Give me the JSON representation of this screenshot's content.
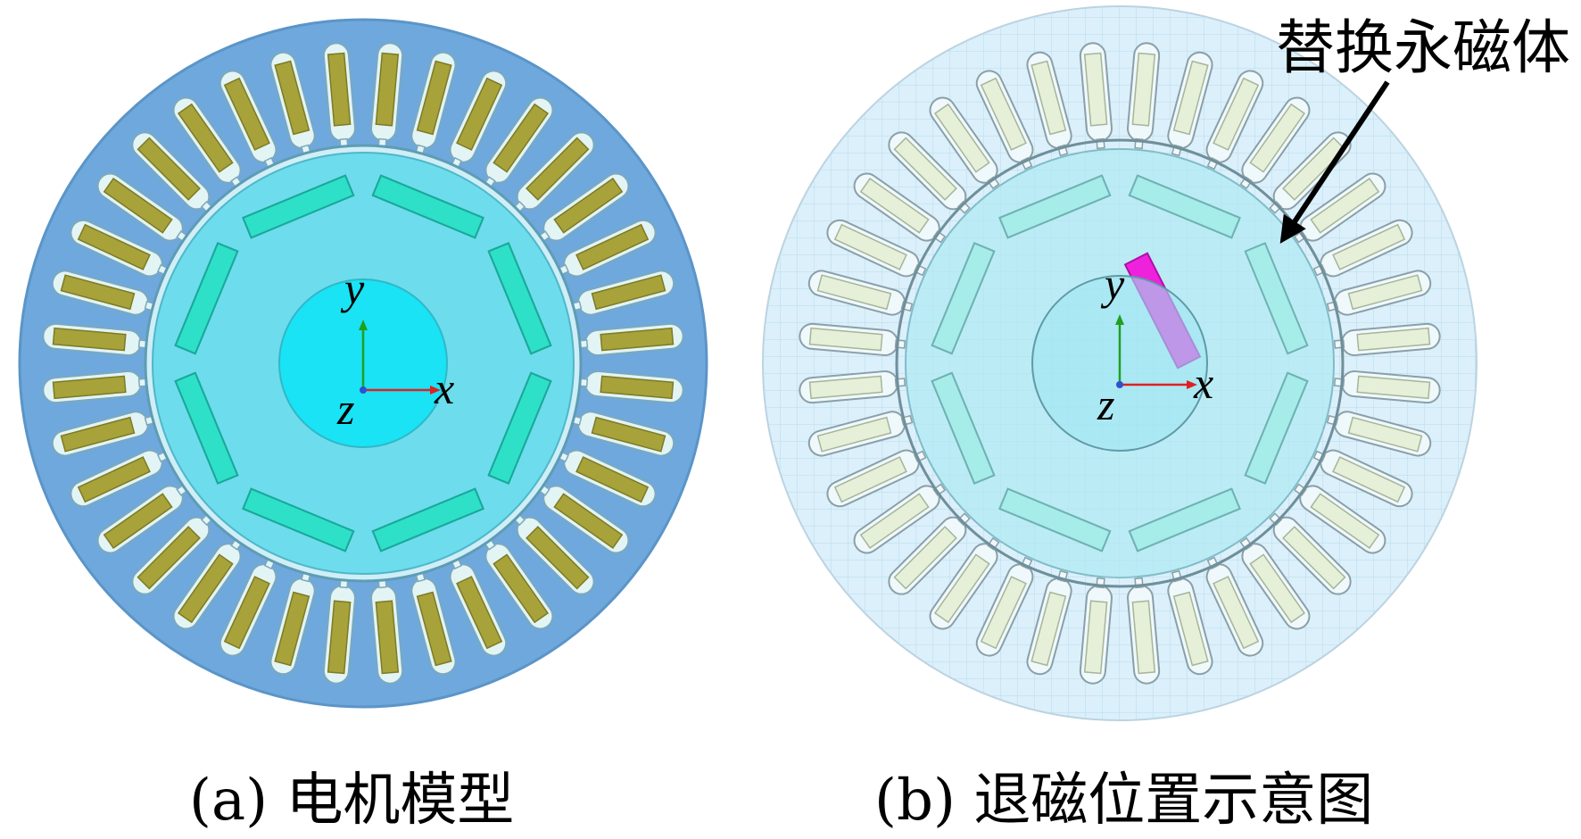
{
  "captions": {
    "a": "(a) 电机模型",
    "b": "(b) 退磁位置示意图"
  },
  "callout": {
    "label": "替换永磁体"
  },
  "axes": {
    "x": "x",
    "y": "y",
    "z": "z"
  },
  "colors": {
    "stator_a": "#6fa8dc",
    "stator_b": "#dbf0fb",
    "rotor": "#6ddcec",
    "shaft": "#19e3f5",
    "magnet": "#2ee0c8",
    "coil": "#a7a33a",
    "replaced_magnet": "#ee22dd",
    "x_axis": "#e02020",
    "y_axis": "#20a020"
  },
  "model": {
    "slot_count": 36,
    "magnet_pole_count": 8
  }
}
